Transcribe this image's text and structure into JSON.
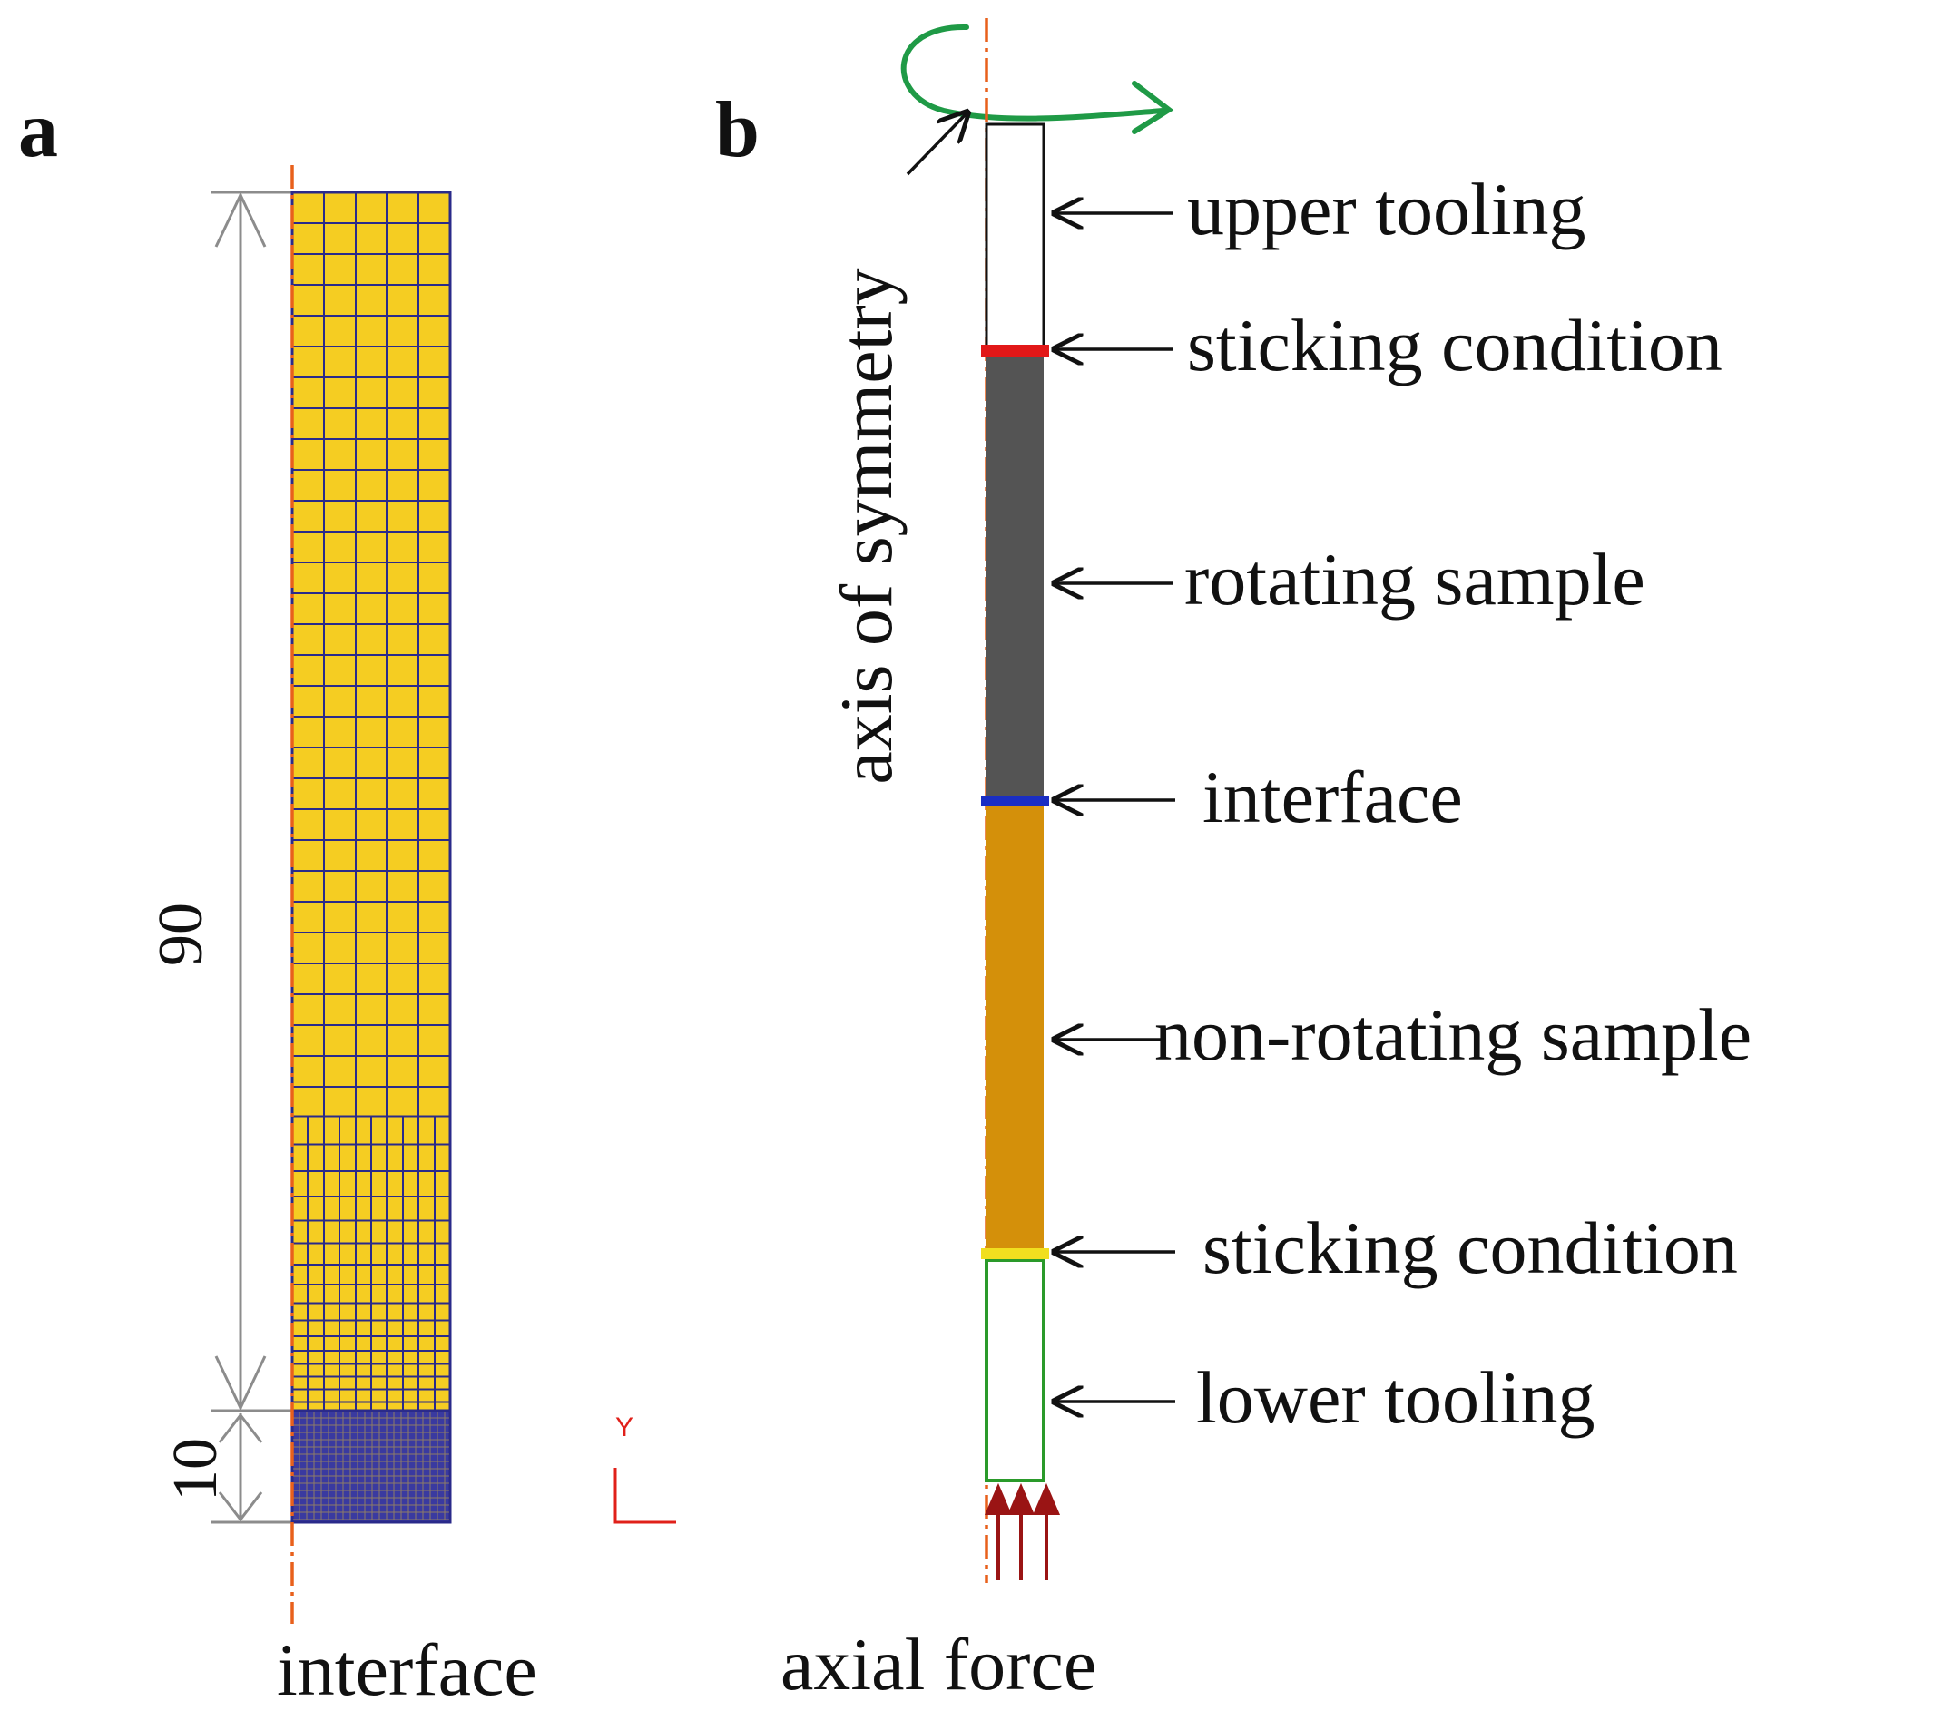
{
  "panels": {
    "a": {
      "label": "a",
      "dimension_upper": "90",
      "dimension_lower": "10",
      "bottom_label": "interface",
      "coord_axis_label": "Y"
    },
    "b": {
      "label": "b",
      "symmetry_label": "axis of symmetry",
      "bottom_label": "axial force",
      "callouts": [
        "upper tooling",
        "sticking condition",
        "rotating sample",
        "interface",
        "non-rotating sample",
        "sticking condition",
        "lower tooling"
      ]
    }
  },
  "colors": {
    "mesh_fill": "#f5cd22",
    "mesh_lines": "#2a2a8a",
    "fine_mesh_fill": "#3a3aa0",
    "axis_line": "#e8601c",
    "rotating_sample": "#545454",
    "non_rotating_sample": "#d4900a",
    "sticking_top": "#e21818",
    "interface_line": "#1a2ec4",
    "sticking_bottom": "#f1df1f",
    "lower_tooling_border": "#2a9a2a",
    "rotation_arrow": "#1f9a46",
    "force_arrows": "#9a1414",
    "dimension_lines": "#8c8c8c"
  }
}
